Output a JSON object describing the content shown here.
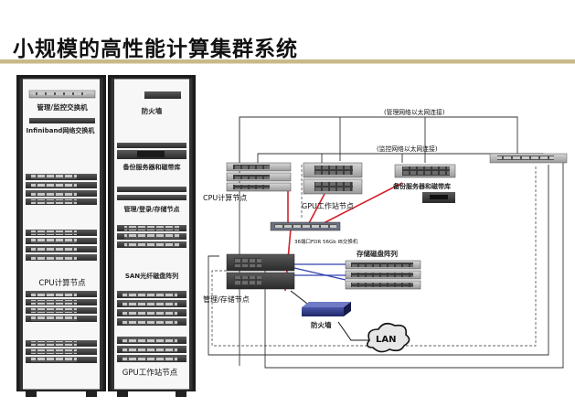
{
  "page": {
    "title": "小规模的高性能计算集群系统"
  },
  "rack_left": {
    "mgmt_switch": "管理/监控交换机",
    "ib_switch": "Infiniband网络交换机",
    "cpu_nodes": "CPU计算节点"
  },
  "rack_right": {
    "firewall": "防火墙",
    "backup": "备份服务器和磁带库",
    "mgmt_login": "管理/登录/存储节点",
    "san": "SAN光纤磁盘阵列",
    "gpu_nodes": "GPU工作站节点"
  },
  "diagram": {
    "mgmt_net": "(管理网络以太网连接)",
    "monitor_net": "(监控网络以太网连接)",
    "cpu_nodes": "CPU计算节点",
    "gpu_nodes": "GPU工作站节点",
    "backup": "备份服务器和磁带库",
    "ib_switch": "36端口FDR 56Gb IB交换机",
    "storage_array": "存储磁盘阵列",
    "mgmt_storage": "管理/存储节点",
    "firewall": "防火墙",
    "lan": "LAN"
  }
}
